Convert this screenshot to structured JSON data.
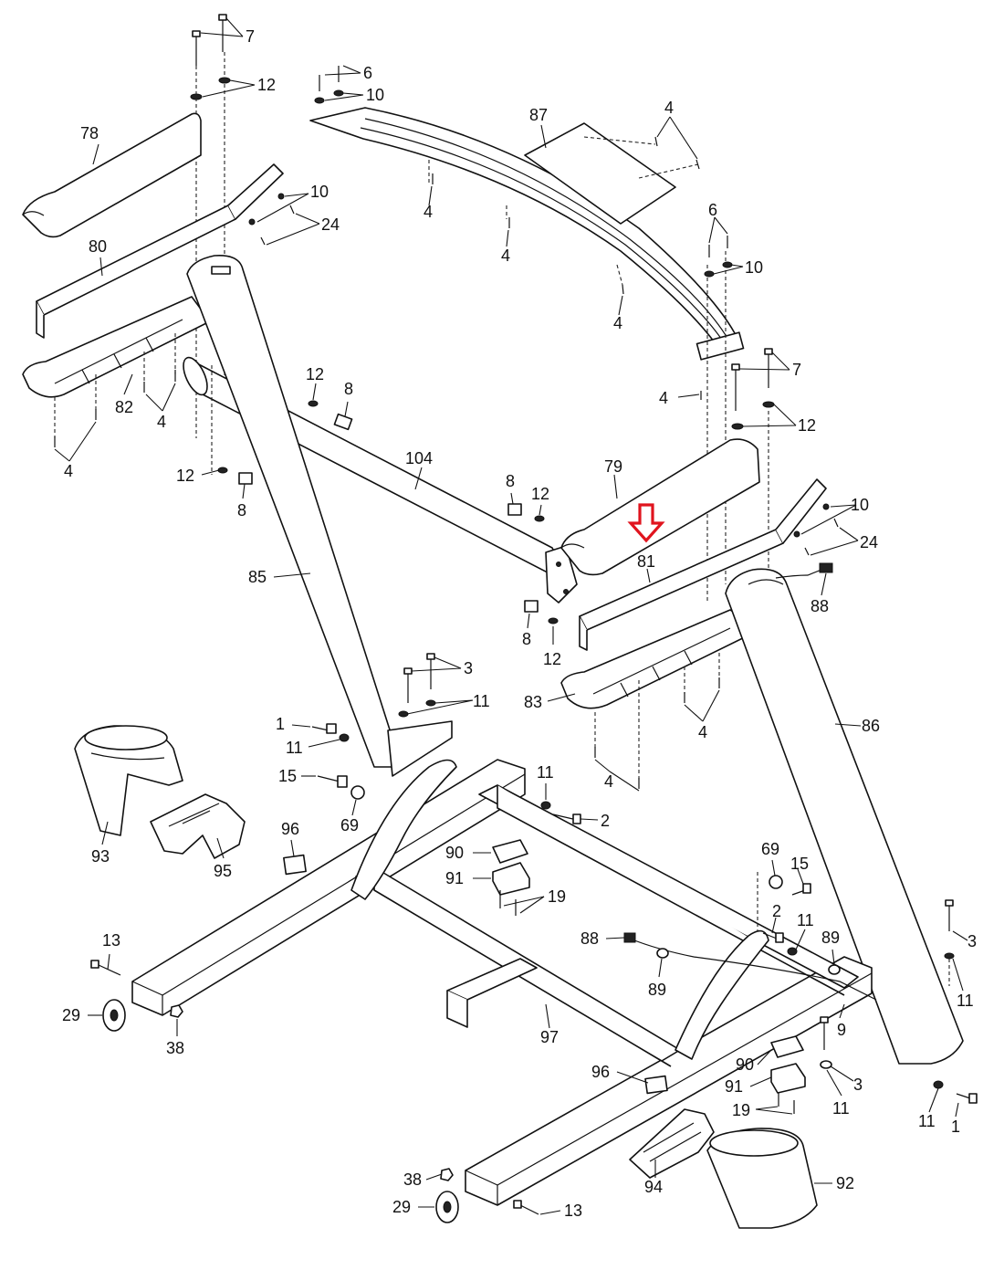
{
  "callouts": {
    "n1": "1",
    "n2": "2",
    "n3": "3",
    "n4": "4",
    "n6": "6",
    "n7": "7",
    "n8": "8",
    "n9": "9",
    "n10": "10",
    "n11": "11",
    "n12": "12",
    "n13": "13",
    "n15": "15",
    "n19": "19",
    "n24": "24",
    "n29": "29",
    "n38": "38",
    "n69": "69",
    "n78": "78",
    "n79": "79",
    "n80": "80",
    "n81": "81",
    "n82": "82",
    "n83": "83",
    "n85": "85",
    "n86": "86",
    "n87": "87",
    "n88": "88",
    "n89": "89",
    "n90": "90",
    "n91": "91",
    "n92": "92",
    "n93": "93",
    "n94": "94",
    "n95": "95",
    "n96": "96",
    "n97": "97",
    "n104": "104"
  },
  "highlight": {
    "target": "81",
    "color": "#e0141e",
    "icon": "down-arrow-icon"
  }
}
